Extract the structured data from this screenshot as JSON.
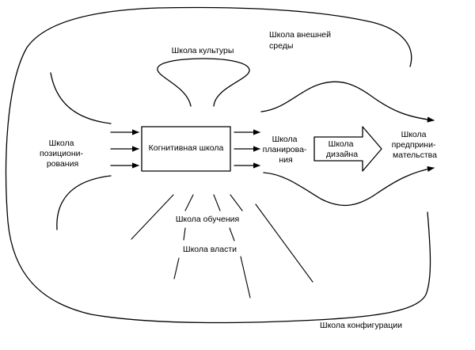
{
  "labels": {
    "external_environment": [
      "Школа внешней",
      "среды"
    ],
    "culture": [
      "Школа культуры"
    ],
    "positioning": [
      "Школа",
      "позициони-",
      "рования"
    ],
    "cognitive": [
      "Когнитивная школа"
    ],
    "planning": [
      "Школа",
      "планирова-",
      "ния"
    ],
    "design": [
      "Школа",
      "дизайна"
    ],
    "entrepreneurial": [
      "Школа",
      "предприни-",
      "мательства"
    ],
    "learning": [
      "Школа обучения"
    ],
    "power": [
      "Школа власти"
    ],
    "configuration": [
      "Школа конфигурации"
    ]
  },
  "colors": {
    "line": "#000000",
    "background": "#ffffff"
  }
}
